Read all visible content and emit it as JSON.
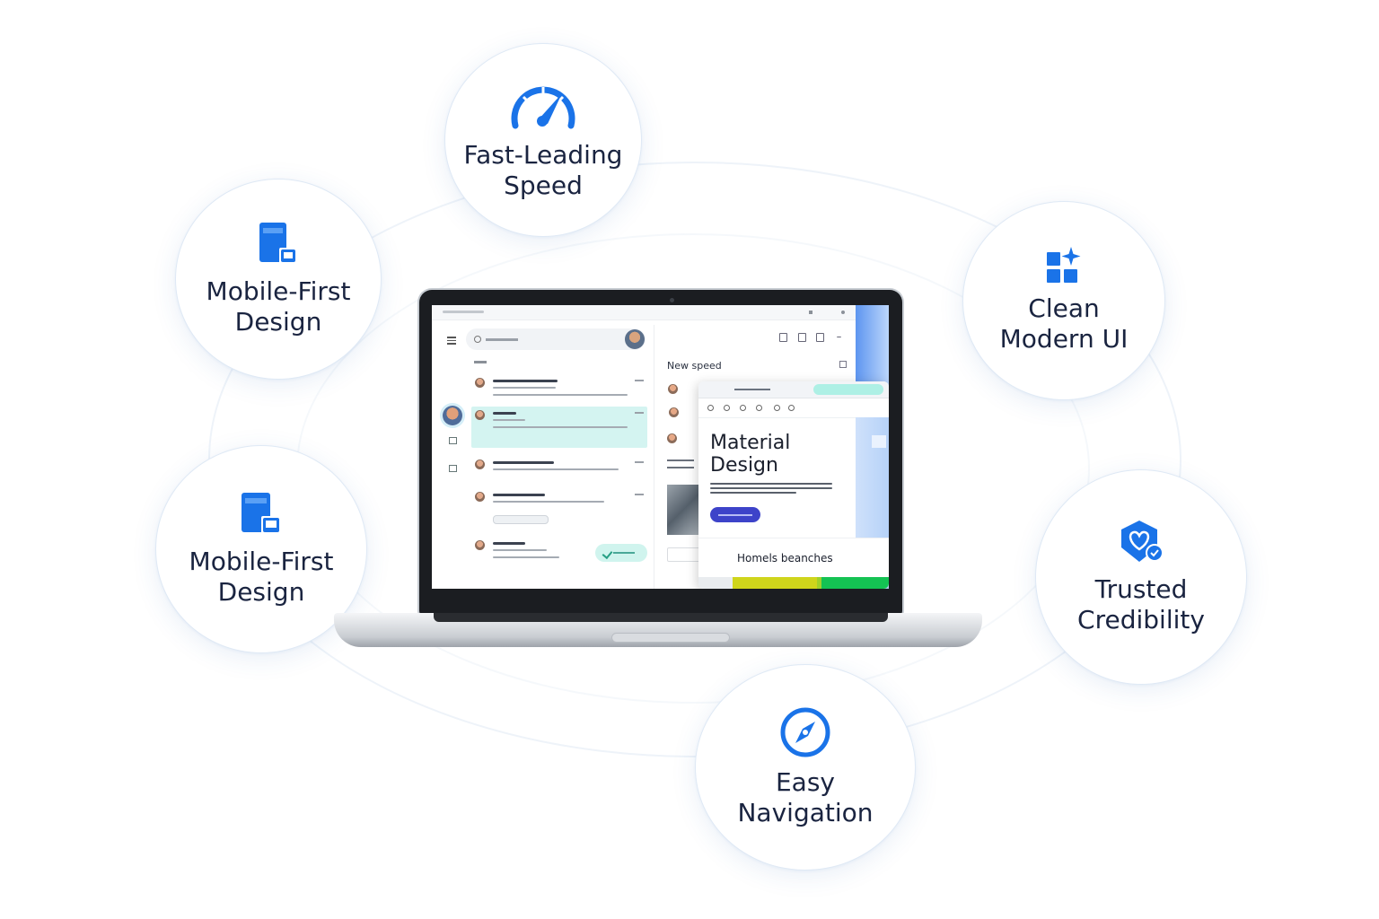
{
  "features": [
    {
      "icon": "speedometer-icon",
      "label": "Fast-Leading\nSpeed"
    },
    {
      "icon": "devices-icon",
      "label": "Mobile-First\nDesign"
    },
    {
      "icon": "apps-icon",
      "label": "Clean\nModern UI"
    },
    {
      "icon": "devices-icon",
      "label": "Mobile-First\nDesign"
    },
    {
      "icon": "shield-heart-icon",
      "label": "Trusted\nCredibility"
    },
    {
      "icon": "compass-icon",
      "label": "Easy\nNavigation"
    }
  ],
  "accent_color": "#1a73e8",
  "screen": {
    "panel_heading": "New speed",
    "card_title": "Material\nDesign",
    "card_footer": "Homels beanches",
    "card_button_color": "#3d43c9",
    "selected_row_color": "#d4f4f1"
  }
}
